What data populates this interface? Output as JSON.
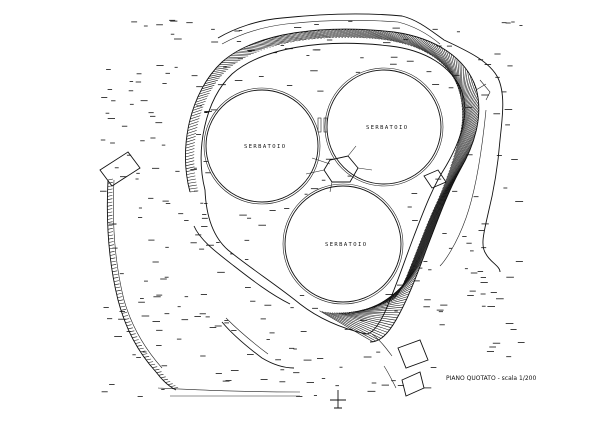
{
  "tanks": [
    {
      "label": "SERBATOIO"
    },
    {
      "label": "SERBATOIO"
    },
    {
      "label": "SERBATOIO"
    }
  ],
  "caption": "PIANO QUOTATO - scala 1/200"
}
